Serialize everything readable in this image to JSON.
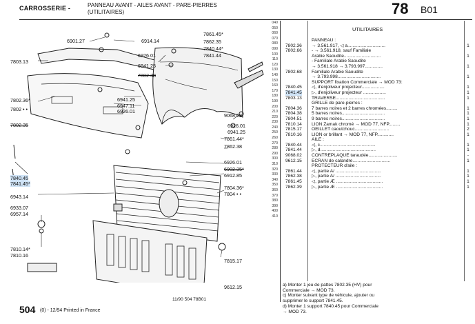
{
  "header": {
    "category": "CARROSSERIE -",
    "title_line1": "PANNEAU AVANT - AILES AVANT - PARE-PIERRES",
    "title_line2": "(UTILITAIRES)",
    "page_number": "78",
    "section": "B01"
  },
  "drawing_labels": [
    {
      "id": "l1",
      "text": "6901.27"
    },
    {
      "id": "l2",
      "text": "6914.14"
    },
    {
      "id": "l3",
      "text": "7803.13"
    },
    {
      "id": "l4",
      "text": "6926.01"
    },
    {
      "id": "l5",
      "text": "6941.25"
    },
    {
      "id": "l6",
      "text": "7802.38"
    },
    {
      "id": "l7",
      "text": "7802.36*"
    },
    {
      "id": "l8",
      "text": "7802 • •"
    },
    {
      "id": "l9",
      "text": "6941.25"
    },
    {
      "id": "l10",
      "text": "6947.11"
    },
    {
      "id": "l11",
      "text": "6926.01"
    },
    {
      "id": "l12",
      "text": "7802.35"
    },
    {
      "id": "l13",
      "text": "7861.45*"
    },
    {
      "id": "l14",
      "text": "7862.35"
    },
    {
      "id": "l15",
      "text": "7840.44*"
    },
    {
      "id": "l16",
      "text": "7841.44"
    },
    {
      "id": "l17",
      "text": "9068.02"
    },
    {
      "id": "l18",
      "text": "6926.01"
    },
    {
      "id": "l19",
      "text": "6941.25"
    },
    {
      "id": "l20",
      "text": "7861.44*"
    },
    {
      "id": "l21",
      "text": "7862.38"
    },
    {
      "id": "l22",
      "text": "6926.01"
    },
    {
      "id": "l23",
      "text": "6902.35*"
    },
    {
      "id": "l24",
      "text": "6912.85"
    },
    {
      "id": "l25",
      "text": "7840.45"
    },
    {
      "id": "l26",
      "text": "7841.45*"
    },
    {
      "id": "l27",
      "text": "6943.14"
    },
    {
      "id": "l28",
      "text": "7804.36*"
    },
    {
      "id": "l29",
      "text": "7804 • •"
    },
    {
      "id": "l30",
      "text": "6933.07"
    },
    {
      "id": "l31",
      "text": "6957.14"
    },
    {
      "id": "l32",
      "text": "7810.14*"
    },
    {
      "id": "l33",
      "text": "7810.16"
    },
    {
      "id": "l34",
      "text": "7815.17"
    },
    {
      "id": "l35",
      "text": "9612.15"
    }
  ],
  "row_numbers": [
    "040",
    "050",
    "060",
    "070",
    "080",
    "090",
    "100",
    "110",
    "120",
    "130",
    "140",
    "150",
    "160",
    "170",
    "180",
    "190",
    "200",
    "210",
    "220",
    "230",
    "240",
    "250",
    "260",
    "270",
    "280",
    "290",
    "300",
    "310",
    "320",
    "330",
    "340",
    "350",
    "360",
    "370",
    "380",
    "390",
    "400",
    "410"
  ],
  "table": {
    "heading": "UTILITAIRES",
    "rows": [
      {
        "ref": "",
        "desc": "PANNEAU :",
        "qty": ""
      },
      {
        "ref": "7802.36",
        "desc": "→ 3.561.917, ◁ a..............................",
        "qty": "1"
      },
      {
        "ref": "7802.66",
        "desc": "- → 3.561.918, sauf Familiale",
        "qty": ""
      },
      {
        "ref": "",
        "desc": "   Arabie Saoudite.............................",
        "qty": "1"
      },
      {
        "ref": "",
        "desc": "- Familiale Arabie Saoudite",
        "qty": ""
      },
      {
        "ref": "",
        "desc": "   → 3.561.918 → 3.793.997..............",
        "qty": "1"
      },
      {
        "ref": "7802.68",
        "desc": "Familiale Arabie Saoudite",
        "qty": ""
      },
      {
        "ref": "",
        "desc": "   → 3.793.998..................................",
        "qty": "1"
      },
      {
        "ref": "",
        "desc": "SUPPORT fixation Commerciale → MOD 73:",
        "qty": ""
      },
      {
        "ref": "7840.45",
        "desc": "◁, d'enjoliveur projecteur..................",
        "qty": "1"
      },
      {
        "ref": "7841.45",
        "desc": "▷, d'enjoliveur projecteur ..................",
        "qty": "1"
      },
      {
        "ref": "7803.13",
        "desc": "TRAVERSE.......................................",
        "qty": "1"
      },
      {
        "ref": "",
        "desc": "GRILLE de pare-pierres :",
        "qty": ""
      },
      {
        "ref": "7804.36",
        "desc": "7 barres noires et 2 barres chromées.........",
        "qty": "1"
      },
      {
        "ref": "7804.38",
        "desc": "5 barres noires..................................",
        "qty": "1"
      },
      {
        "ref": "7804.51",
        "desc": "9 barres noires..................................",
        "qty": "1"
      },
      {
        "ref": "7810.14",
        "desc": "LION Zamak chromé → MOD 77, NFP.........",
        "qty": "1"
      },
      {
        "ref": "7815.17",
        "desc": "OEILLET caoutchouc...........................",
        "qty": "2"
      },
      {
        "ref": "7810.16",
        "desc": "LION or brillant → MOD 77, NFP.............",
        "qty": "1"
      },
      {
        "ref": "",
        "desc": "AILE :",
        "qty": ""
      },
      {
        "ref": "7840.44",
        "desc": "◁, c............................................",
        "qty": "1"
      },
      {
        "ref": "7841.44",
        "desc": "▷, d............................................",
        "qty": "1"
      },
      {
        "ref": "9068.02",
        "desc": "CONTREPLAQUE taraudée.......................",
        "qty": "-"
      },
      {
        "ref": "9612.15",
        "desc": "ECRAN de calandre..............................",
        "qty": "1"
      },
      {
        "ref": "",
        "desc": "PROTECTEUR d'aile :",
        "qty": ""
      },
      {
        "ref": "7861.44",
        "desc": "◁, partie A/ ....................................",
        "qty": "1"
      },
      {
        "ref": "7862.38",
        "desc": "▷, partie A/ ....................................",
        "qty": "1"
      },
      {
        "ref": "7861.45",
        "desc": "◁, partie Æ .....................................",
        "qty": "1"
      },
      {
        "ref": "7862.39",
        "desc": "▷, partie Æ .....................................",
        "qty": "1"
      }
    ]
  },
  "notes": [
    "a) Monter 1 jeu de pattes 7802.35 (HV) pour",
    "    Commerciale → MOD 73.",
    "c) Monter suivant type de véhicule, ajouter ou",
    "    supprimer le support 7841.45.",
    "d) Monter 1 support 7840.45 pour Commerciale",
    "    → MOD 73."
  ],
  "footer": {
    "reference": "11/90 504 78B01",
    "page": "504",
    "date": "(0) - 12/94 Printed in France"
  }
}
